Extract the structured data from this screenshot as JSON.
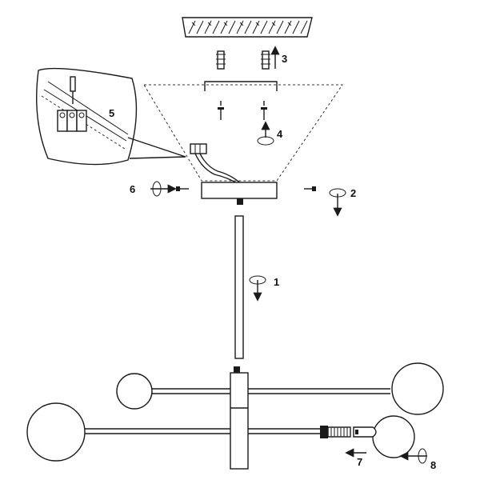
{
  "steps": {
    "step1": "1",
    "step2": "2",
    "step3": "3",
    "step4": "4",
    "step5": "5",
    "step6": "6",
    "step7": "7",
    "step8": "8"
  },
  "colors": {
    "line": "#1a1a1a",
    "background": "#ffffff"
  }
}
